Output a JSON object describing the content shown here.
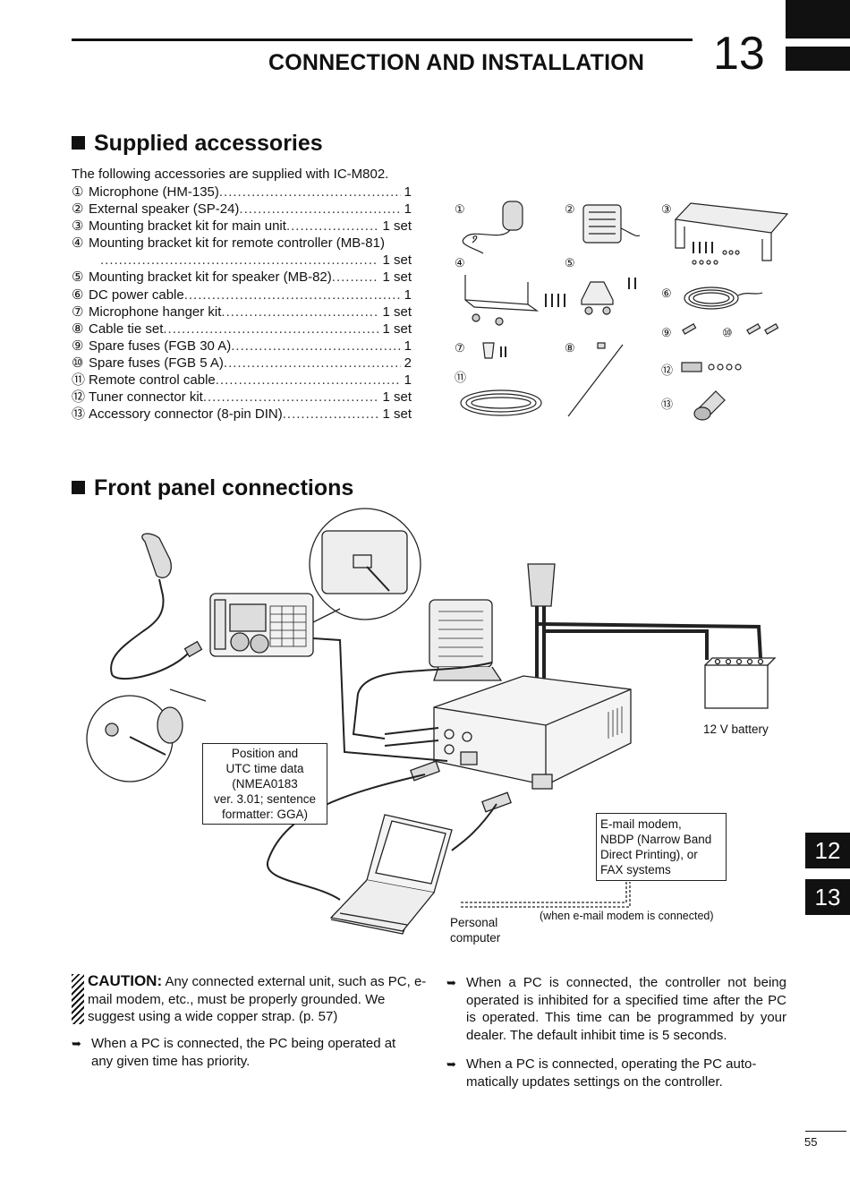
{
  "header": {
    "title": "CONNECTION AND INSTALLATION",
    "chapter": "13"
  },
  "supplied": {
    "heading": "Supplied accessories",
    "intro": "The following accessories are supplied with IC-M802.",
    "items": [
      {
        "mark": "①",
        "label": "Microphone (HM-135)",
        "qty": "1"
      },
      {
        "mark": "②",
        "label": "External speaker (SP-24)",
        "qty": "1"
      },
      {
        "mark": "③",
        "label": "Mounting bracket kit for main unit",
        "qty": "1 set"
      },
      {
        "mark": "④",
        "label": "Mounting bracket kit for remote controller (MB-81)",
        "qty": "1 set"
      },
      {
        "mark": "⑤",
        "label": "Mounting bracket kit for speaker (MB-82)",
        "qty": "1 set"
      },
      {
        "mark": "⑥",
        "label": "DC power cable",
        "qty": "1"
      },
      {
        "mark": "⑦",
        "label": "Microphone hanger kit",
        "qty": "1 set"
      },
      {
        "mark": "⑧",
        "label": "Cable tie set",
        "qty": "1 set"
      },
      {
        "mark": "⑨",
        "label": "Spare fuses (FGB 30 A)",
        "qty": "1"
      },
      {
        "mark": "⑩",
        "label": "Spare fuses (FGB 5 A)",
        "qty": "2"
      },
      {
        "mark": "⑪",
        "label": "Remote control cable",
        "qty": "1"
      },
      {
        "mark": "⑫",
        "label": "Tuner connector kit",
        "qty": "1 set"
      },
      {
        "mark": "⑬",
        "label": "Accessory connector (8-pin DIN)",
        "qty": "1 set"
      }
    ],
    "figure_labels": [
      "①",
      "②",
      "③",
      "④",
      "⑤",
      "⑥",
      "⑦",
      "⑧",
      "⑨",
      "⑩",
      "⑪",
      "⑫",
      "⑬"
    ]
  },
  "front": {
    "heading": "Front panel connections",
    "position_note": [
      "Position and",
      "UTC time data",
      "(NMEA0183",
      "ver. 3.01; sentence",
      "formatter: GGA)"
    ],
    "battery": "12 V battery",
    "email_note": [
      "E-mail modem,",
      "NBDP (Narrow Band",
      "Direct Printing), or",
      "FAX systems"
    ],
    "pc_label": [
      "Personal",
      "computer"
    ],
    "email_connected": "(when e-mail modem is connected)"
  },
  "notes": {
    "caution_title": "CAUTION:",
    "caution_text": " Any connected external unit, such as PC, e-mail modem, etc., must be properly grounded. We suggest using a wide copper strap. (p. 57)",
    "bullet1": "When a PC is connected, the PC being operated at any given time has priority.",
    "bullet2": "When a PC is connected, the controller not being operated is inhibited for a specified time after the PC is operated. This time can be programmed by your dealer. The default inhibit time is 5 seconds.",
    "bullet3": "When a PC is connected, operating the PC auto-matically updates settings on the controller.",
    "arrow": "➥"
  },
  "tabs": [
    "12",
    "13"
  ],
  "page_number": "55"
}
